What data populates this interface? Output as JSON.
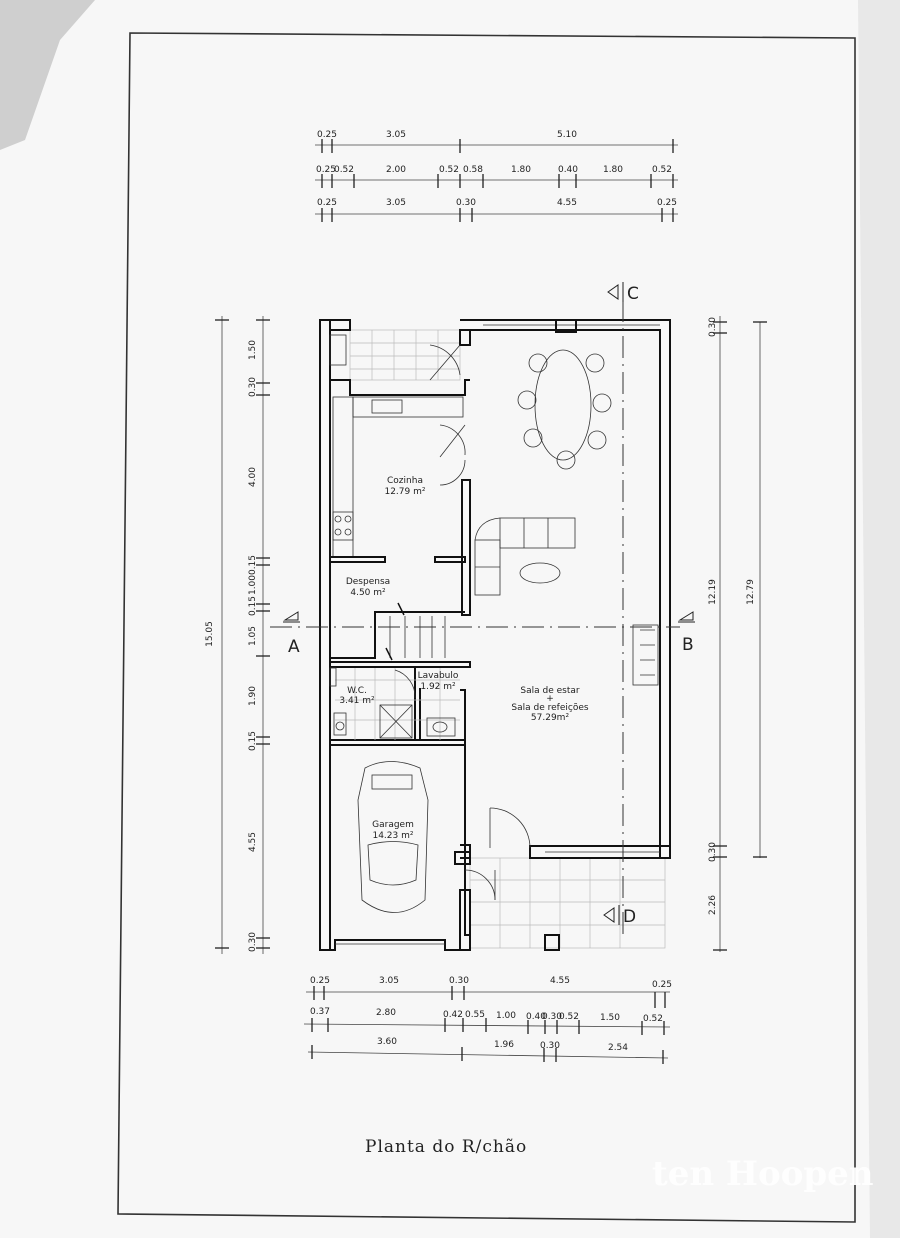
{
  "title": "Planta do R/chão",
  "watermark": "ten Hoopen",
  "rooms": {
    "cozinha": {
      "name": "Cozinha",
      "area": "12.79 m²"
    },
    "despensa": {
      "name": "Despensa",
      "area": "4.50 m²"
    },
    "wc": {
      "name": "W.C.",
      "area": "3.41 m²"
    },
    "lavabulo": {
      "name": "Lavabulo",
      "area": "1.92 m²"
    },
    "sala": {
      "name": "Sala de estar",
      "plus": "+",
      "name2": "Sala de refeições",
      "area": "57.29m²"
    },
    "garagem": {
      "name": "Garagem",
      "area": "14.23 m²"
    }
  },
  "sections": {
    "a": "A",
    "b": "B",
    "c": "C",
    "d": "D"
  },
  "dimensions": {
    "top_row1": [
      "0.25",
      "3.05",
      "5.10"
    ],
    "top_row2": [
      "0.25",
      "0.52",
      "2.00",
      "0.52",
      "0.58",
      "1.80",
      "0.40",
      "1.80",
      "0.52"
    ],
    "top_row3": [
      "0.25",
      "3.05",
      "0.30",
      "4.55",
      "0.25"
    ],
    "bottom_row1": [
      "0.25",
      "3.05",
      "0.30",
      "4.55",
      "0.25"
    ],
    "bottom_row2": [
      "0.37",
      "2.80",
      "0.42",
      "0.55",
      "1.00",
      "0.40",
      "0.30",
      "0.52",
      "1.50",
      "0.52"
    ],
    "bottom_row3": [
      "3.60",
      "1.96",
      "0.30",
      "2.54"
    ],
    "left_inner": [
      "1.50",
      "0.30",
      "4.00",
      "0.15",
      "1.00",
      "0.15",
      "1.05",
      "1.90",
      "0.15",
      "4.55",
      "0.30"
    ],
    "left_total": "15.05",
    "right_inner": [
      "0.30",
      "12.19",
      "0.30",
      "2.26"
    ],
    "right_total": "12.79"
  }
}
